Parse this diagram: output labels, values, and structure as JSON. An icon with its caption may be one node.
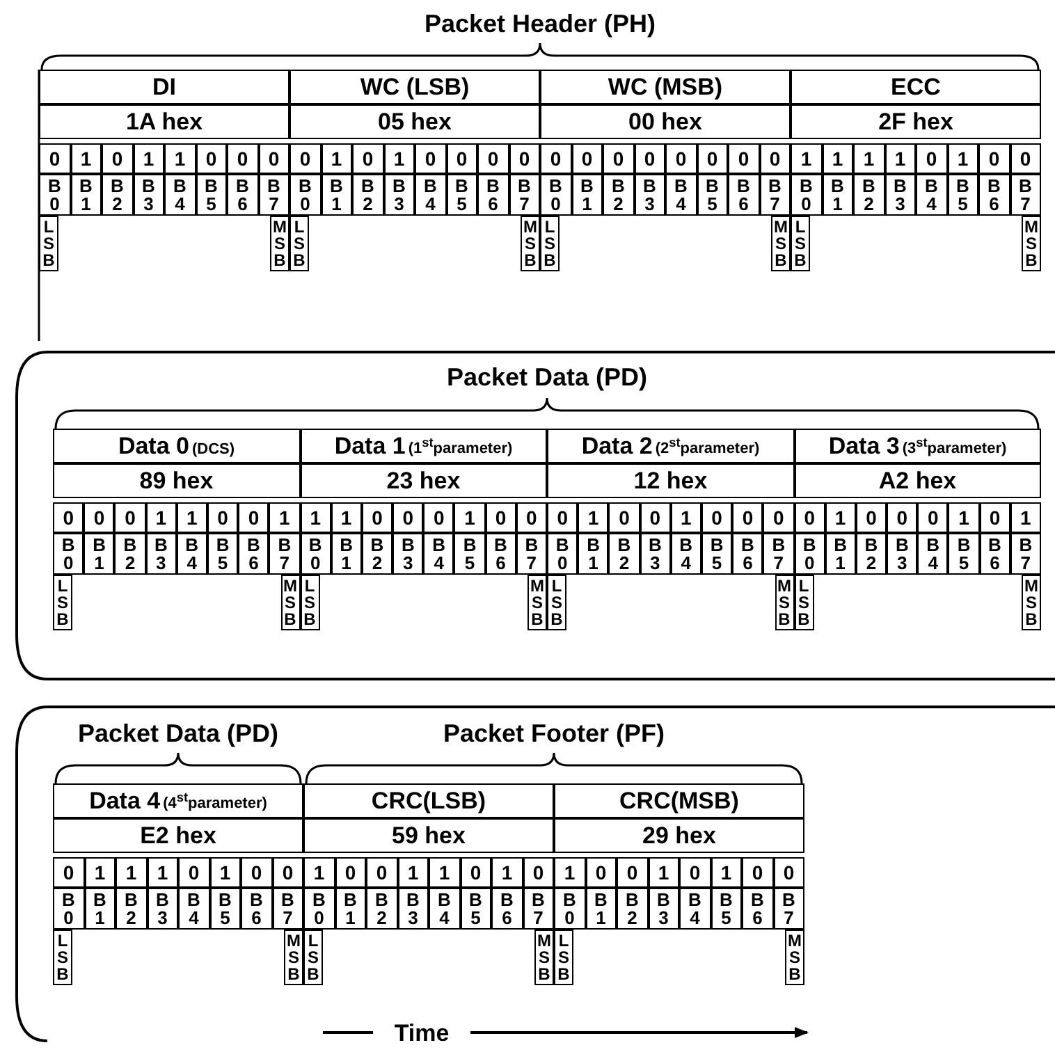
{
  "diagram": {
    "labels": [
      "Packet Header (PH)",
      "DI",
      "WC (LSB)",
      "WC (MSB)",
      "ECC",
      "1A hex",
      "05 hex",
      "00 hex",
      "2F hex",
      "0",
      "1",
      "0",
      "1",
      "1",
      "0",
      "0",
      "0",
      "0",
      "1",
      "0",
      "1",
      "0",
      "0",
      "0",
      "0",
      "0",
      "0",
      "0",
      "0",
      "0",
      "0",
      "0",
      "0",
      "1",
      "1",
      "1",
      "1",
      "0",
      "1",
      "0",
      "0",
      "B 0",
      "B 1",
      "B 2",
      "B 3",
      "B 4",
      "B 5",
      "B 6",
      "B 7",
      "B 0",
      "B 1",
      "B 2",
      "B 3",
      "B 4",
      "B 5",
      "B 6",
      "B 7",
      "B 0",
      "B 1",
      "B 2",
      "B 3",
      "B 4",
      "B 5",
      "B 6",
      "B 7",
      "B 0",
      "B 1",
      "B 2",
      "B 3",
      "B 4",
      "B 5",
      "B 6",
      "B 7",
      "L S B",
      "M S B",
      "L S B",
      "M S B",
      "L S B",
      "M S B",
      "L S B",
      "M S B",
      "Packet Data (PD)",
      "Data 0",
      "(DCS)",
      "Data 1",
      "(1$^{st}$parameter)",
      "Data 2",
      "(2$^{st}$parameter)",
      "Data 3",
      "(3$^{st}$parameter)",
      "89 hex",
      "23 hex",
      "12 hex",
      "A2 hex",
      "0",
      "0",
      "0",
      "1",
      "1",
      "0",
      "0",
      "1",
      "1",
      "1",
      "0",
      "0",
      "0",
      "1",
      "0",
      "0",
      "0",
      "1",
      "0",
      "0",
      "1",
      "0",
      "0",
      "0",
      "0",
      "1",
      "0",
      "0",
      "0",
      "1",
      "0",
      "1",
      "B 0",
      "B 1",
      "B 2",
      "B 3",
      "B 4",
      "B 5",
      "B 6",
      "B 7",
      "B 0",
      "B 1",
      "B 2",
      "B 3",
      "B 4",
      "B 5",
      "B 6",
      "B 7",
      "B 0",
      "B 1",
      "B 2",
      "B 3",
      "B 4",
      "B 5",
      "B 6",
      "B 7",
      "B 0",
      "B 1",
      "B 2",
      "B 3",
      "B 4",
      "B 5",
      "B 6",
      "B 7",
      "L S B",
      "M S B",
      "L S B",
      "M S B",
      "L S B",
      "M S B",
      "L S B",
      "M S B",
      "Packet Data (PD)",
      "Packet Footer (PF)",
      "Data 4",
      "(4$^{st}$parameter)",
      "CRC(LSB)",
      "CRC(MSB)",
      "E2 hex",
      "59 hex",
      "29 hex",
      "0",
      "1",
      "1",
      "1",
      "0",
      "1",
      "0",
      "0",
      "1",
      "0",
      "0",
      "1",
      "1",
      "0",
      "1",
      "0",
      "1",
      "0",
      "0",
      "1",
      "0",
      "1",
      "0",
      "0",
      "B 0",
      "B 1",
      "B 2",
      "B 3",
      "B 4",
      "B 5",
      "B 6",
      "B 7",
      "B 0",
      "B 1",
      "B 2",
      "B 3",
      "B 4",
      "B 5",
      "B 6",
      "B 7",
      "B 0",
      "B 1",
      "B 2",
      "B 3",
      "B 4",
      "B 5",
      "B 6",
      "B 7",
      "L S B",
      "M S B",
      "L S B",
      "M S B",
      "L S B",
      "M S B",
      "Time"
    ]
  }
}
